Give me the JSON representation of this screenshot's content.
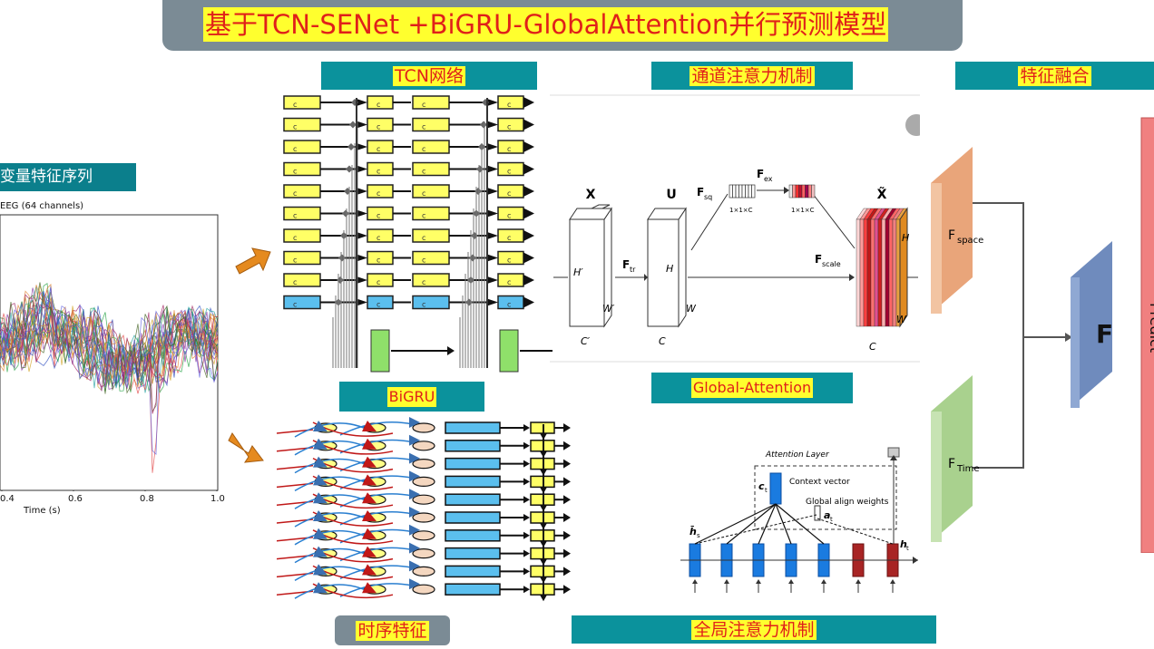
{
  "title": "基于TCN-SENet  +BiGRU-GlobalAttention并行预测模型",
  "sections": {
    "tcn": "TCN网络",
    "channel_attention": "通道注意力机制",
    "feature_fusion": "特征融合",
    "bigru": "BiGRU",
    "global_attention": "Global-Attention",
    "temporal_features": "时序特征",
    "global_attention_mechanism": "全局注意力机制"
  },
  "input_panel": {
    "label": "变量特征序列",
    "chart_title": "EEG (64 channels)",
    "xlabel": "Time (s)",
    "tick_labels": [
      "0.4",
      "0.6",
      "0.8",
      "1.0"
    ]
  },
  "senet": {
    "x_label": "X",
    "u_label": "U",
    "xt_label": "X̃",
    "f_tr": "F",
    "f_tr_sub": "tr",
    "f_sq": "F",
    "f_sq_sub": "sq",
    "f_ex": "F",
    "f_ex_sub": "ex",
    "f_scale": "F",
    "f_scale_sub": "scale",
    "h_prime": "H′",
    "w_prime": "W′",
    "c_prime": "C′",
    "h": "H",
    "w": "W",
    "c": "C",
    "size_label": "1×1×C"
  },
  "attention_layer": {
    "title": "Attention Layer",
    "context_vector": "Context vector",
    "align_weights": "Global align weights",
    "ct": "c",
    "ct_sub": "t",
    "at": "a",
    "at_sub": "t",
    "hs": "h̄",
    "hs_sub": "s",
    "ht": "h",
    "ht_sub": "t"
  },
  "fusion": {
    "f_space": "F",
    "f_space_sub": "space",
    "f_time": "F",
    "f_time_sub": "Time",
    "f_out": "F",
    "predict": "Predict"
  },
  "colors": {
    "teal": "#0b929c",
    "yellow": "#ffff2e",
    "red_text": "#e0201a",
    "title_bar": "#7b8b95",
    "space_block": "#e9a57a",
    "time_block": "#a9d18e",
    "f_block": "#6f8bbd",
    "predict_block": "#f08080"
  }
}
